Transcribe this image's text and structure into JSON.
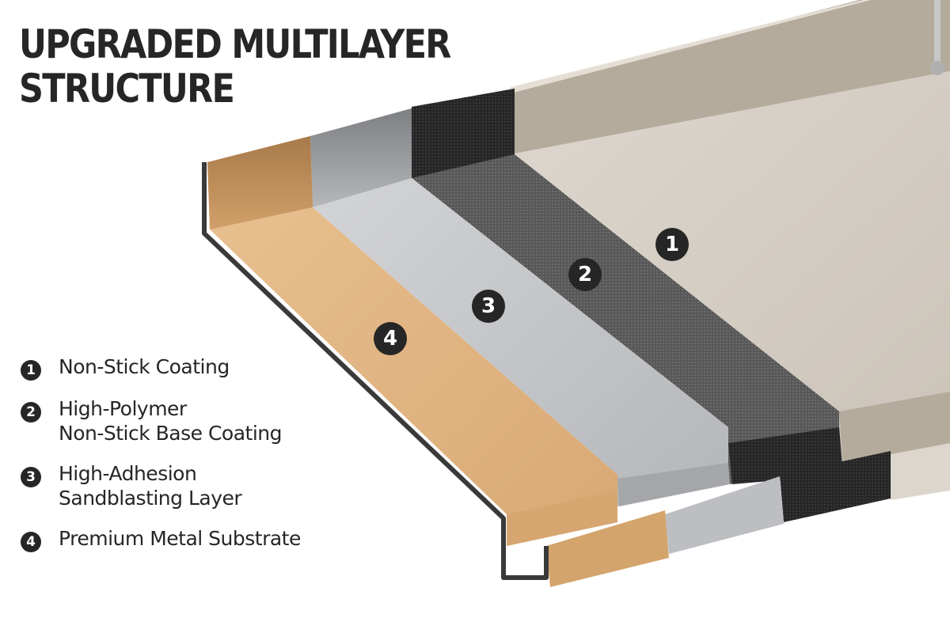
{
  "title": {
    "line1": "UPGRADED MULTILAYER",
    "line2": "STRUCTURE"
  },
  "legend": [
    {
      "number": "1",
      "line1": "Non-Stick Coating",
      "line2": ""
    },
    {
      "number": "2",
      "line1": "High-Polymer",
      "line2": "Non-Stick Base Coating"
    },
    {
      "number": "3",
      "line1": "High-Adhesion",
      "line2": "Sandblasting Layer"
    },
    {
      "number": "4",
      "line1": "Premium Metal Substrate",
      "line2": ""
    }
  ],
  "markers": [
    {
      "number": "1",
      "layer": "non-stick-coating"
    },
    {
      "number": "2",
      "layer": "polymer-base-coating"
    },
    {
      "number": "3",
      "layer": "sandblasting-layer"
    },
    {
      "number": "4",
      "layer": "metal-substrate"
    }
  ],
  "colors": {
    "text": "#262626",
    "layer1": "#d6cfc6",
    "layer1_wall": "#b3a999",
    "layer2": "#5f5f5f",
    "layer2_wall": "#2e2e2e",
    "layer3": "#c8c9cb",
    "layer3_wall": "#9a9ca0",
    "layer4": "#e6bb87",
    "layer4_wall": "#c08e58",
    "edge": "#3a3a3a"
  }
}
